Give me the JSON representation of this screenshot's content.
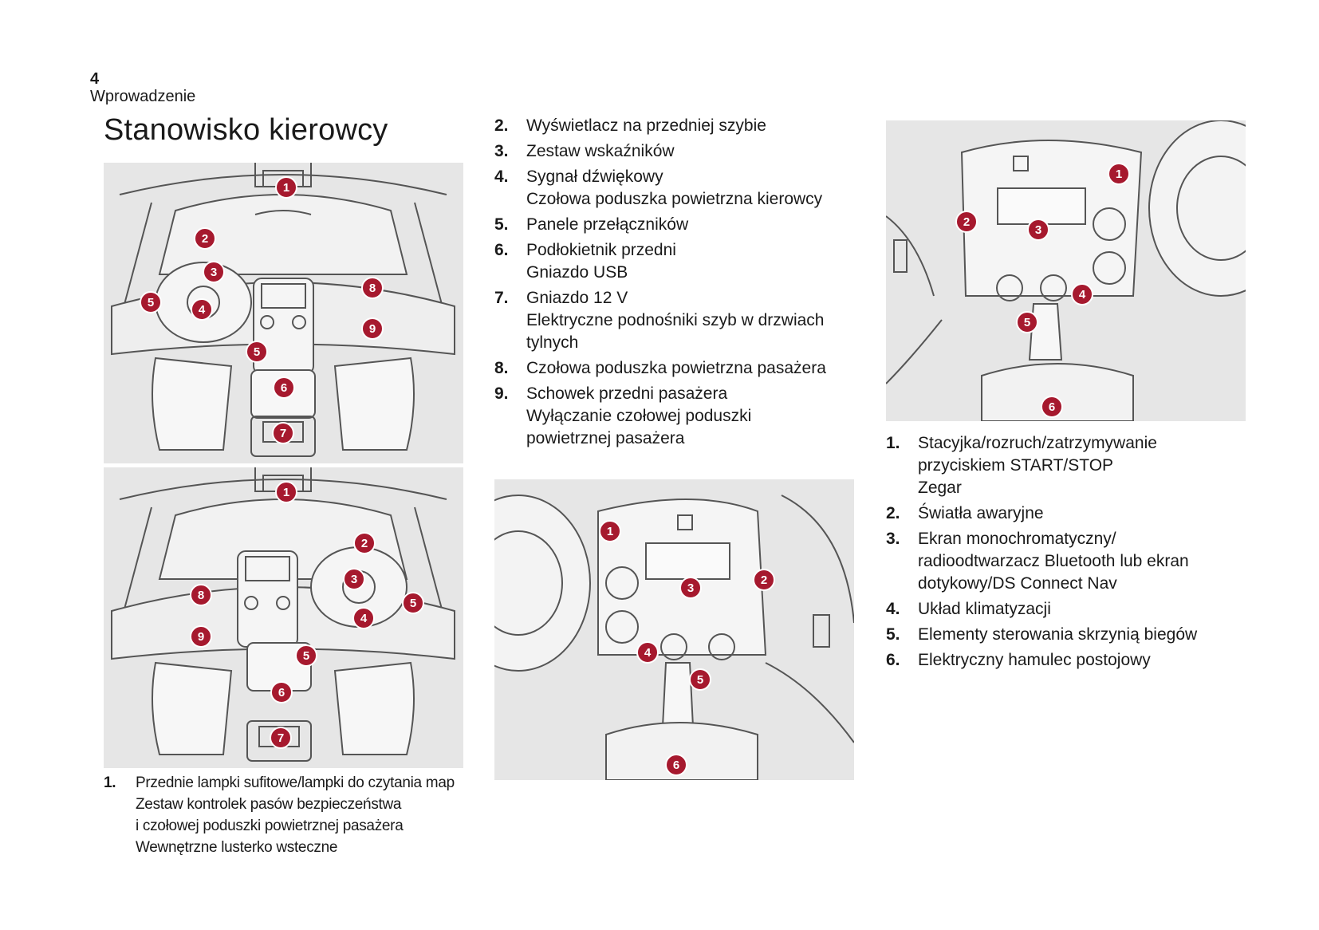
{
  "header": {
    "page_number": "4",
    "section": "Wprowadzenie",
    "title": "Stanowisko kierowcy"
  },
  "markers": {
    "m1": "1",
    "m2": "2",
    "m3": "3",
    "m4": "4",
    "m5": "5",
    "m6": "6",
    "m7": "7",
    "m8": "8",
    "m9": "9"
  },
  "legend_left": [
    {
      "num": "1.",
      "lines": [
        "Przednie lampki sufitowe/lampki do czytania map",
        "Zestaw kontrolek pasów bezpieczeństwa",
        "i czołowej poduszki powietrznej pasażera",
        "Wewnętrzne lusterko wsteczne"
      ]
    }
  ],
  "legend_middle": [
    {
      "num": "2.",
      "lines": [
        "Wyświetlacz na przedniej szybie"
      ]
    },
    {
      "num": "3.",
      "lines": [
        "Zestaw wskaźników"
      ]
    },
    {
      "num": "4.",
      "lines": [
        "Sygnał dźwiękowy",
        "Czołowa poduszka powietrzna kierowcy"
      ]
    },
    {
      "num": "5.",
      "lines": [
        "Panele przełączników"
      ]
    },
    {
      "num": "6.",
      "lines": [
        "Podłokietnik przedni",
        "Gniazdo USB"
      ]
    },
    {
      "num": "7.",
      "lines": [
        "Gniazdo 12 V",
        "Elektryczne podnośniki szyb w drzwiach",
        "tylnych"
      ]
    },
    {
      "num": "8.",
      "lines": [
        "Czołowa poduszka powietrzna pasażera"
      ]
    },
    {
      "num": "9.",
      "lines": [
        "Schowek przedni pasażera",
        "Wyłączanie czołowej poduszki",
        "powietrznej pasażera"
      ]
    }
  ],
  "legend_right": [
    {
      "num": "1.",
      "lines": [
        "Stacyjka/rozruch/zatrzymywanie",
        "przyciskiem START/STOP",
        "Zegar"
      ]
    },
    {
      "num": "2.",
      "lines": [
        "Światła awaryjne"
      ]
    },
    {
      "num": "3.",
      "lines": [
        "Ekran monochromatyczny/",
        "radioodtwarzacz Bluetooth lub ekran",
        "dotykowy/DS Connect Nav"
      ]
    },
    {
      "num": "4.",
      "lines": [
        "Układ klimatyzacji"
      ]
    },
    {
      "num": "5.",
      "lines": [
        "Elementy sterowania skrzynią biegów"
      ]
    },
    {
      "num": "6.",
      "lines": [
        "Elektryczny hamulec postojowy"
      ]
    }
  ],
  "colors": {
    "marker": "#a6192e",
    "illustration_bg": "#e6e6e6",
    "line": "#555555"
  }
}
